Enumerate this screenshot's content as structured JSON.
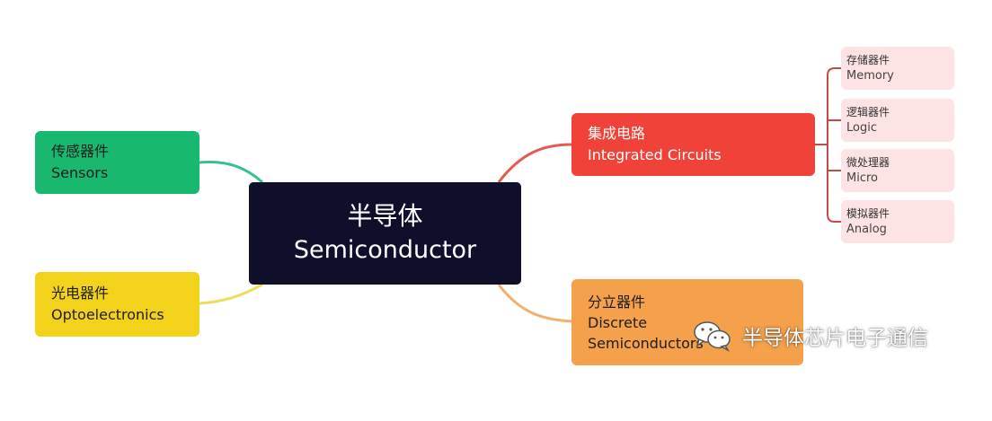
{
  "center": {
    "zh": "半导体",
    "en": "Semiconductor"
  },
  "branches": {
    "sensors": {
      "zh": "传感器件",
      "en": "Sensors",
      "color": "#19b86f"
    },
    "opto": {
      "zh": "光电器件",
      "en": "Optoelectronics",
      "color": "#f2d21b"
    },
    "ic": {
      "zh": "集成电路",
      "en": "Integrated Circuits",
      "color": "#f04239"
    },
    "discrete": {
      "zh": "分立器件",
      "en_line1": "Discrete",
      "en_line2": "Semiconductors",
      "color": "#f5a04b"
    }
  },
  "ic_children": [
    {
      "zh": "存储器件",
      "en": "Memory"
    },
    {
      "zh": "逻辑器件",
      "en": "Logic"
    },
    {
      "zh": "微处理器",
      "en": "Micro"
    },
    {
      "zh": "模拟器件",
      "en": "Analog"
    }
  ],
  "watermark": {
    "text": "半导体芯片电子通信",
    "icon": "wechat-icon"
  }
}
